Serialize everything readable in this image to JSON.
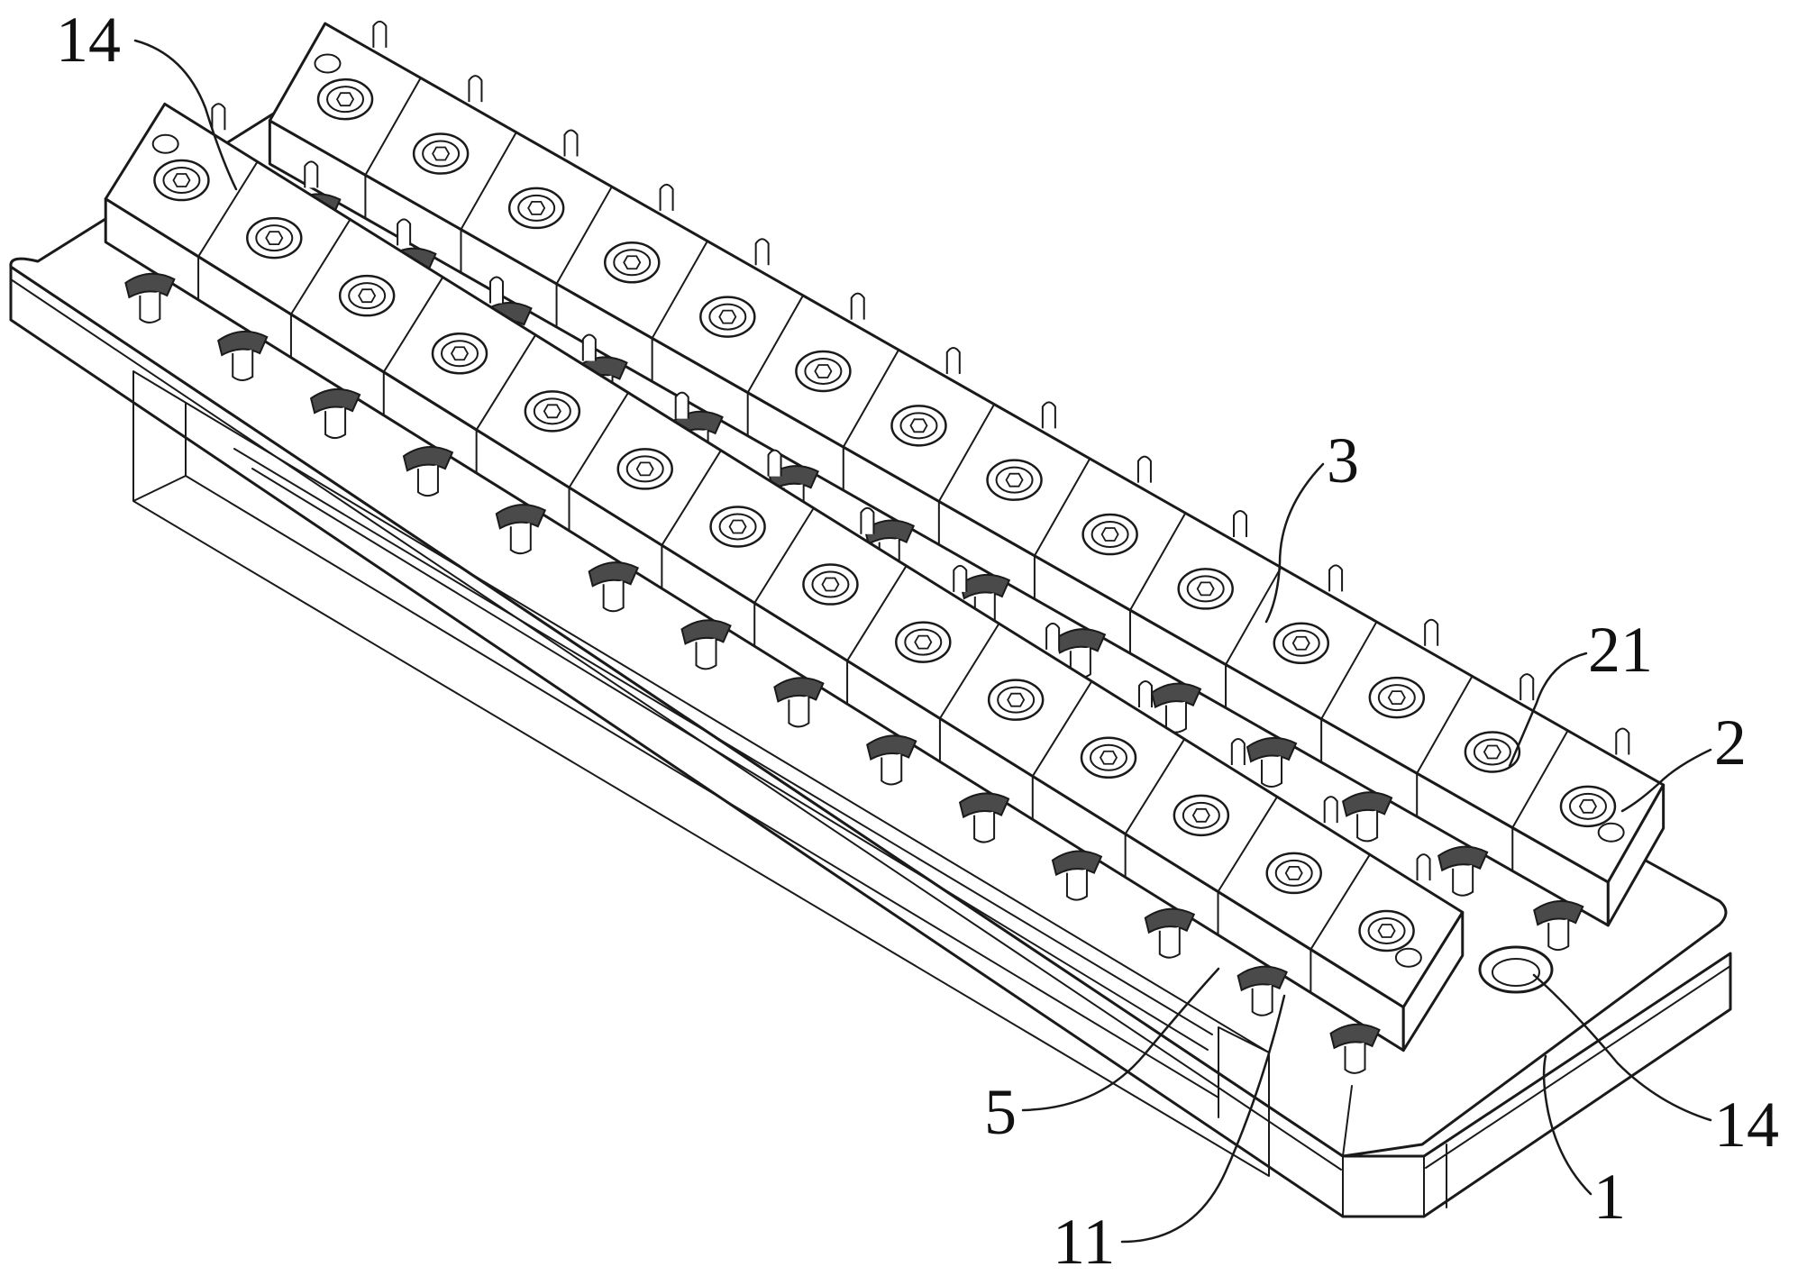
{
  "figure": {
    "colors": {
      "ink": "#1a1a1a",
      "paper": "#ffffff"
    },
    "labels": [
      {
        "id": "label-14-top",
        "text": "14"
      },
      {
        "id": "label-3",
        "text": "3"
      },
      {
        "id": "label-21",
        "text": "21"
      },
      {
        "id": "label-2",
        "text": "2"
      },
      {
        "id": "label-5",
        "text": "5"
      },
      {
        "id": "label-14-bottom",
        "text": "14"
      },
      {
        "id": "label-11",
        "text": "11"
      },
      {
        "id": "label-1",
        "text": "1"
      }
    ]
  }
}
